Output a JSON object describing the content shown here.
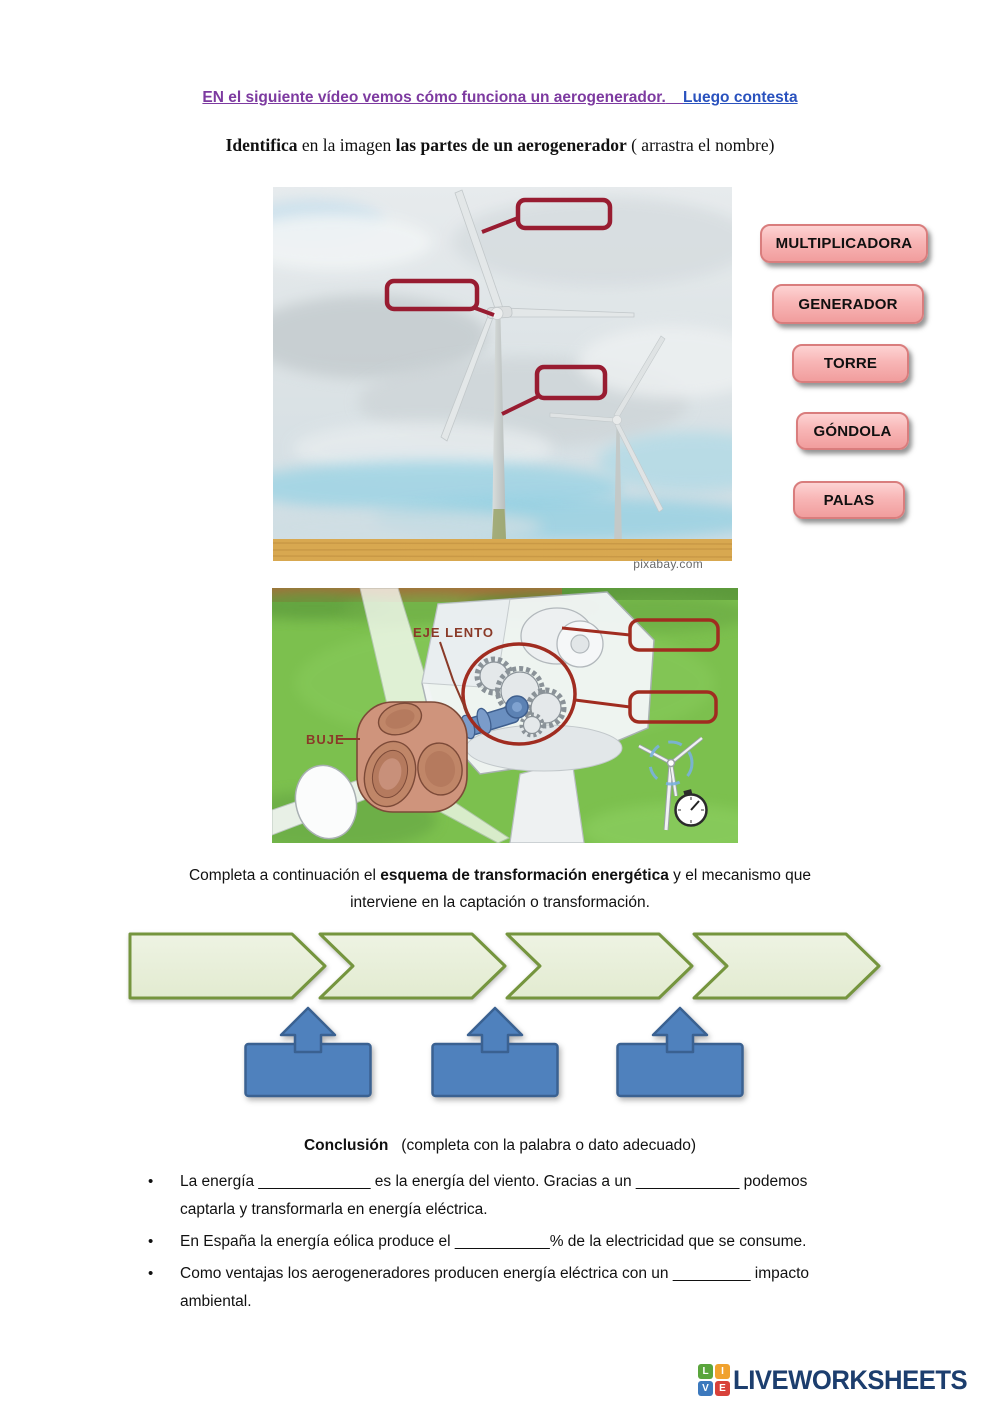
{
  "header": {
    "video_link_main": "EN el siguiente vídeo vemos cómo funciona un aerogenerador.",
    "video_link_secondary": "Luego contesta",
    "instruction_bold1": "Identifica",
    "instruction_mid": " en la imagen ",
    "instruction_bold2": "las partes de un aerogenerador",
    "instruction_post": " ( arrastra el nombre)"
  },
  "photo": {
    "credit": "pixabay.com"
  },
  "labels": [
    "MULTIPLICADORA",
    "GENERADOR",
    "TORRE",
    "GÓNDOLA",
    "PALAS"
  ],
  "diagram": {
    "eje_lento_label": "EJE LENTO",
    "buje_label": "BUJE"
  },
  "scheme": {
    "intro_pre": "Completa a continuación el ",
    "intro_bold": "esquema de transformación energética",
    "intro_post": " y el mecanismo que",
    "intro_line2": "interviene en la captación o transformación."
  },
  "conclusion": {
    "title": "Conclusión",
    "subtitle": "(completa con la palabra o dato adecuado)",
    "bullets": [
      "La energía _____________ es la energía del viento. Gracias a un ____________ podemos captarla y transformarla en energía eléctrica.",
      "En España la energía eólica produce el ___________% de la electricidad que se consume.",
      "Como ventajas los aerogeneradores producen energía eléctrica con un _________ impacto ambiental."
    ],
    "bullet_glyph": "•"
  },
  "footer": {
    "brand": "LIVEWORKSHEETS",
    "icon_letters": [
      "L",
      "I",
      "V",
      "E"
    ]
  },
  "colors": {
    "link_purple": "#7d3aa0",
    "link_blue": "#2a52be",
    "label_button_pink": "#f19d9d",
    "annotation_red": "#981c31",
    "diagram_annotation_red": "#a02c20",
    "chevron_fill": "#e9f0dc",
    "chevron_border": "#75953e",
    "mechanism_blue": "#4f81bd",
    "mechanism_border": "#3a6191",
    "logo_navy": "#1c3e6e"
  }
}
